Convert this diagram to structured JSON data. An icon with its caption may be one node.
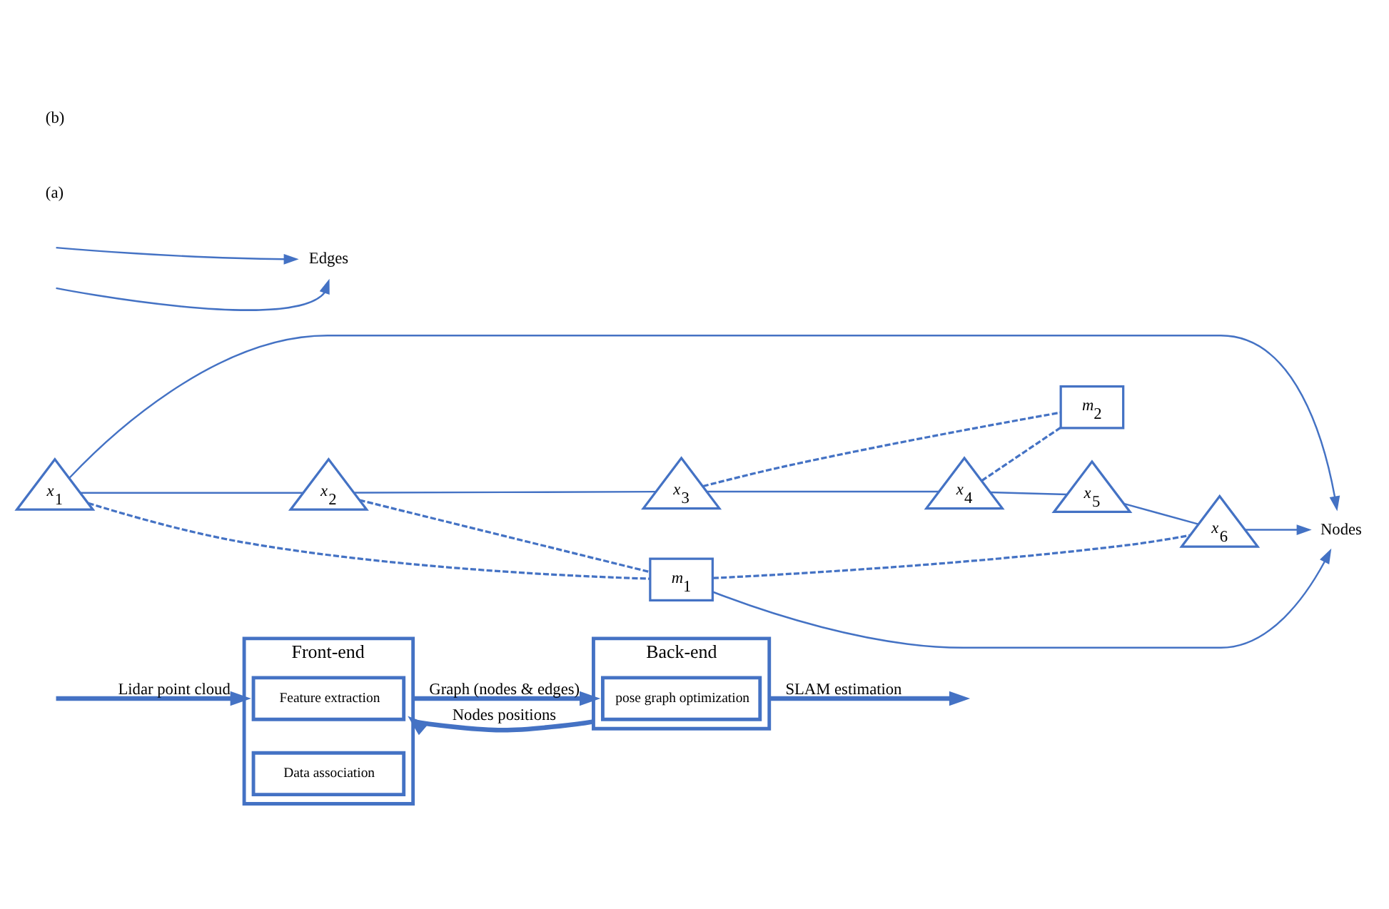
{
  "diagram": {
    "nodes": [
      {
        "text": [
          "Front-end"
        ]
      },
      {
        "text": [
          "Feature extraction"
        ],
        "in": 0
      },
      {
        "text": [
          "Data association"
        ],
        "in": 0
      },
      {
        "text": [
          "Back-end"
        ]
      },
      {
        "text": [
          "pose graph optimization"
        ],
        "in": 3
      },
      {
        "text": [
          "x$_{1}$"
        ]
      },
      {
        "text": [
          "x$_{2}$"
        ]
      },
      {
        "text": [
          "x$_{3}$"
        ]
      },
      {
        "text": [
          "m$_{2}$"
        ]
      },
      {
        "text": [
          "Nodes"
        ]
      },
      {
        "text": [
          "m$_{1}$"
        ]
      },
      {
        "text": [
          "Edges"
        ]
      },
      {
        "text": [
          "x$_{4}$"
        ]
      },
      {
        "text": [
          "x$_{6}$"
        ]
      },
      {
        "text": [
          "x$_{5}$"
        ]
      }
    ],
    "edges": [
      {
        "from": null,
        "to": 0,
        "arrow": "to",
        "label": "Lidar point cloud",
        "style": "thick"
      },
      {
        "from": 0,
        "to": 3,
        "arrow": "to",
        "label": "Graph (nodes & edges)",
        "style": "thick"
      },
      {
        "from": 3,
        "to": null,
        "arrow": "to",
        "label": "SLAM estimation",
        "style": "thick"
      },
      {
        "from": 3,
        "to": 0,
        "arrow": "to",
        "label": "Nodes positions",
        "style": "thick"
      },
      {
        "from": 5,
        "to": 6,
        "arrow": "none"
      },
      {
        "from": 6,
        "to": 7,
        "arrow": "none"
      },
      {
        "from": 7,
        "to": 12,
        "arrow": "none"
      },
      {
        "from": 12,
        "to": 14,
        "arrow": "none"
      },
      {
        "from": 14,
        "to": 13,
        "arrow": "none"
      },
      {
        "from": 5,
        "to": 10,
        "arrow": "none",
        "style": "dashed"
      },
      {
        "from": 6,
        "to": 10,
        "arrow": "none",
        "style": "dashed"
      },
      {
        "from": 10,
        "to": 13,
        "arrow": "none",
        "style": "dashed"
      },
      {
        "from": 7,
        "to": 8,
        "arrow": "none",
        "style": "dashed"
      },
      {
        "from": 12,
        "to": 8,
        "arrow": "none",
        "style": "dashed"
      },
      {
        "from": 5,
        "to": 9,
        "arrow": "to"
      },
      {
        "from": 10,
        "to": 9,
        "arrow": "to"
      },
      {
        "from": 13,
        "to": 9,
        "arrow": "to"
      },
      {
        "from": null,
        "to": 11,
        "arrow": "to"
      },
      {
        "from": null,
        "to": 11,
        "arrow": "to"
      }
    ],
    "labels": [
      "(a)",
      "(b)"
    ]
  }
}
